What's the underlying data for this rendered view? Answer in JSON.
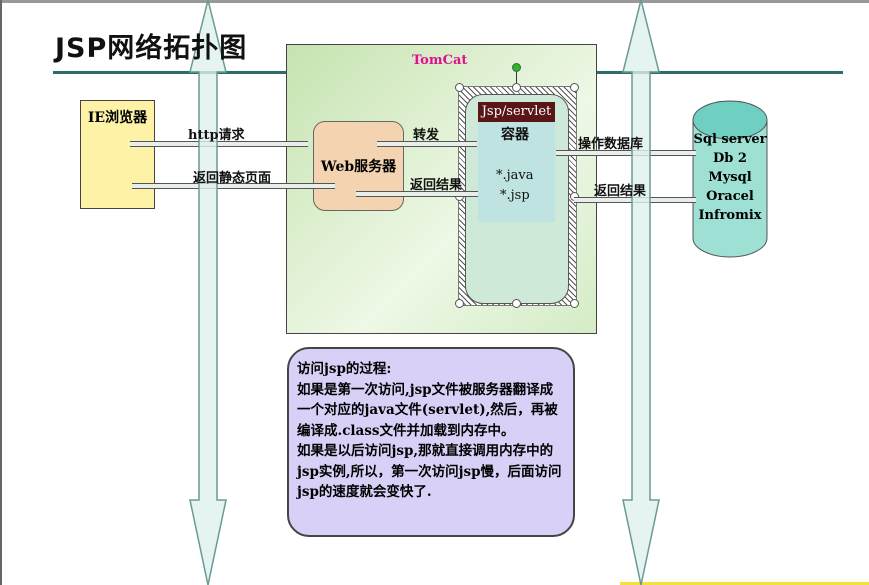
{
  "title": "JSP网络拓扑图",
  "tomcat": {
    "label": "TomCat"
  },
  "browser": {
    "label": "IE浏览器"
  },
  "web_server": {
    "label": "Web服务器"
  },
  "container": {
    "header": "Jsp/servlet",
    "label": "容器",
    "files": [
      "*.java",
      "*.jsp"
    ]
  },
  "database": {
    "items": [
      "Sql server",
      "Db 2",
      "Mysql",
      "Oracel",
      "Infromix"
    ]
  },
  "arrows": {
    "http_request": "http请求",
    "return_static": "返回静态页面",
    "forward": "转发",
    "return_result_1": "返回结果",
    "db_operate": "操作数据库",
    "return_result_2": "返回结果"
  },
  "note": {
    "lines": [
      "访问jsp的过程:",
      "如果是第一次访问,jsp文件被服务器翻译成一个对应的java文件(servlet),然后，再被编译成.class文件并加载到内存中。",
      "如果是以后访问jsp,那就直接调用内存中的jsp实例,所以，第一次访问jsp慢，后面访问jsp的速度就会变快了."
    ]
  },
  "colors": {
    "title_rule": "#2e6e66",
    "tomcat_label": "#e0108f",
    "browser_fill": "#fdf2a6",
    "web_fill": "#f3d3b0",
    "note_fill": "#d8d0f6",
    "db_fill": "#9fe0d4"
  }
}
